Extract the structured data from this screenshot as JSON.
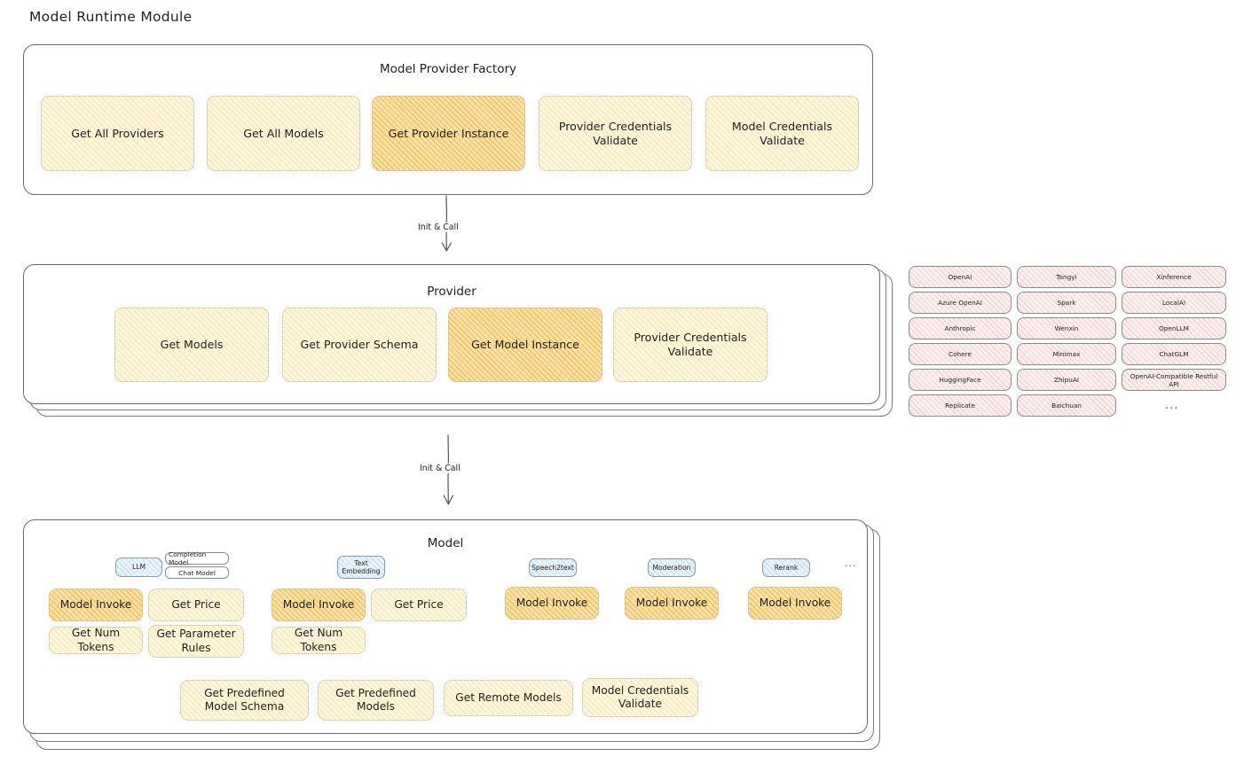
{
  "page": {
    "title": "Model Runtime Module"
  },
  "colors": {
    "op_fill_light": "#fdf6e0",
    "op_fill_highlight": "#fbe3ab",
    "provider_chip_fill": "#fdf0f0",
    "badge_fill": "#eaf4fb",
    "panel_border": "#6b6b6b",
    "text": "#1e1e1e"
  },
  "factory": {
    "title": "Model Provider Factory",
    "ops": [
      {
        "label": "Get All Providers",
        "highlight": false
      },
      {
        "label": "Get All Models",
        "highlight": false
      },
      {
        "label": "Get Provider Instance",
        "highlight": true
      },
      {
        "label": "Provider Credentials Validate",
        "highlight": false
      },
      {
        "label": "Model Credentials Validate",
        "highlight": false
      }
    ]
  },
  "arrows": [
    {
      "label": "Init & Call"
    },
    {
      "label": "Init & Call"
    }
  ],
  "provider": {
    "title": "Provider",
    "ops": [
      {
        "label": "Get Models",
        "highlight": false
      },
      {
        "label": "Get Provider Schema",
        "highlight": false
      },
      {
        "label": "Get Model Instance",
        "highlight": true
      },
      {
        "label": "Provider Credentials Validate",
        "highlight": false
      }
    ]
  },
  "provider_list": {
    "columns": [
      {
        "items": [
          "OpenAI",
          "Azure OpenAI",
          "Anthropic",
          "Cohere",
          "HuggingFace",
          "Replicate"
        ]
      },
      {
        "items": [
          "Tongyi",
          "Spark",
          "Wenxin",
          "Minimax",
          "ZhipuAI",
          "Baichuan"
        ]
      },
      {
        "items": [
          "Xinference",
          "LocalAI",
          "OpenLLM",
          "ChatGLM",
          "OpenAI-Compatible Restful API"
        ]
      }
    ],
    "more": "..."
  },
  "model": {
    "title": "Model",
    "more": "...",
    "types": [
      {
        "badge": "LLM",
        "sub_badges": [
          "Completion Model",
          "Chat Model"
        ],
        "ops": [
          {
            "label": "Model Invoke",
            "highlight": true
          },
          {
            "label": "Get Price",
            "highlight": false
          },
          {
            "label": "Get Num Tokens",
            "highlight": false
          },
          {
            "label": "Get Parameter Rules",
            "highlight": false
          }
        ]
      },
      {
        "badge": "Text Embedding",
        "sub_badges": [],
        "ops": [
          {
            "label": "Model Invoke",
            "highlight": true
          },
          {
            "label": "Get Price",
            "highlight": false
          },
          {
            "label": "Get Num Tokens",
            "highlight": false
          }
        ]
      },
      {
        "badge": "Speech2text",
        "sub_badges": [],
        "ops": [
          {
            "label": "Model Invoke",
            "highlight": true
          }
        ]
      },
      {
        "badge": "Moderation",
        "sub_badges": [],
        "ops": [
          {
            "label": "Model Invoke",
            "highlight": true
          }
        ]
      },
      {
        "badge": "Rerank",
        "sub_badges": [],
        "ops": [
          {
            "label": "Model Invoke",
            "highlight": true
          }
        ]
      }
    ],
    "shared_ops": [
      {
        "label": "Get Predefined Model Schema"
      },
      {
        "label": "Get Predefined Models"
      },
      {
        "label": "Get Remote Models"
      },
      {
        "label": "Model Credentials Validate"
      }
    ]
  }
}
